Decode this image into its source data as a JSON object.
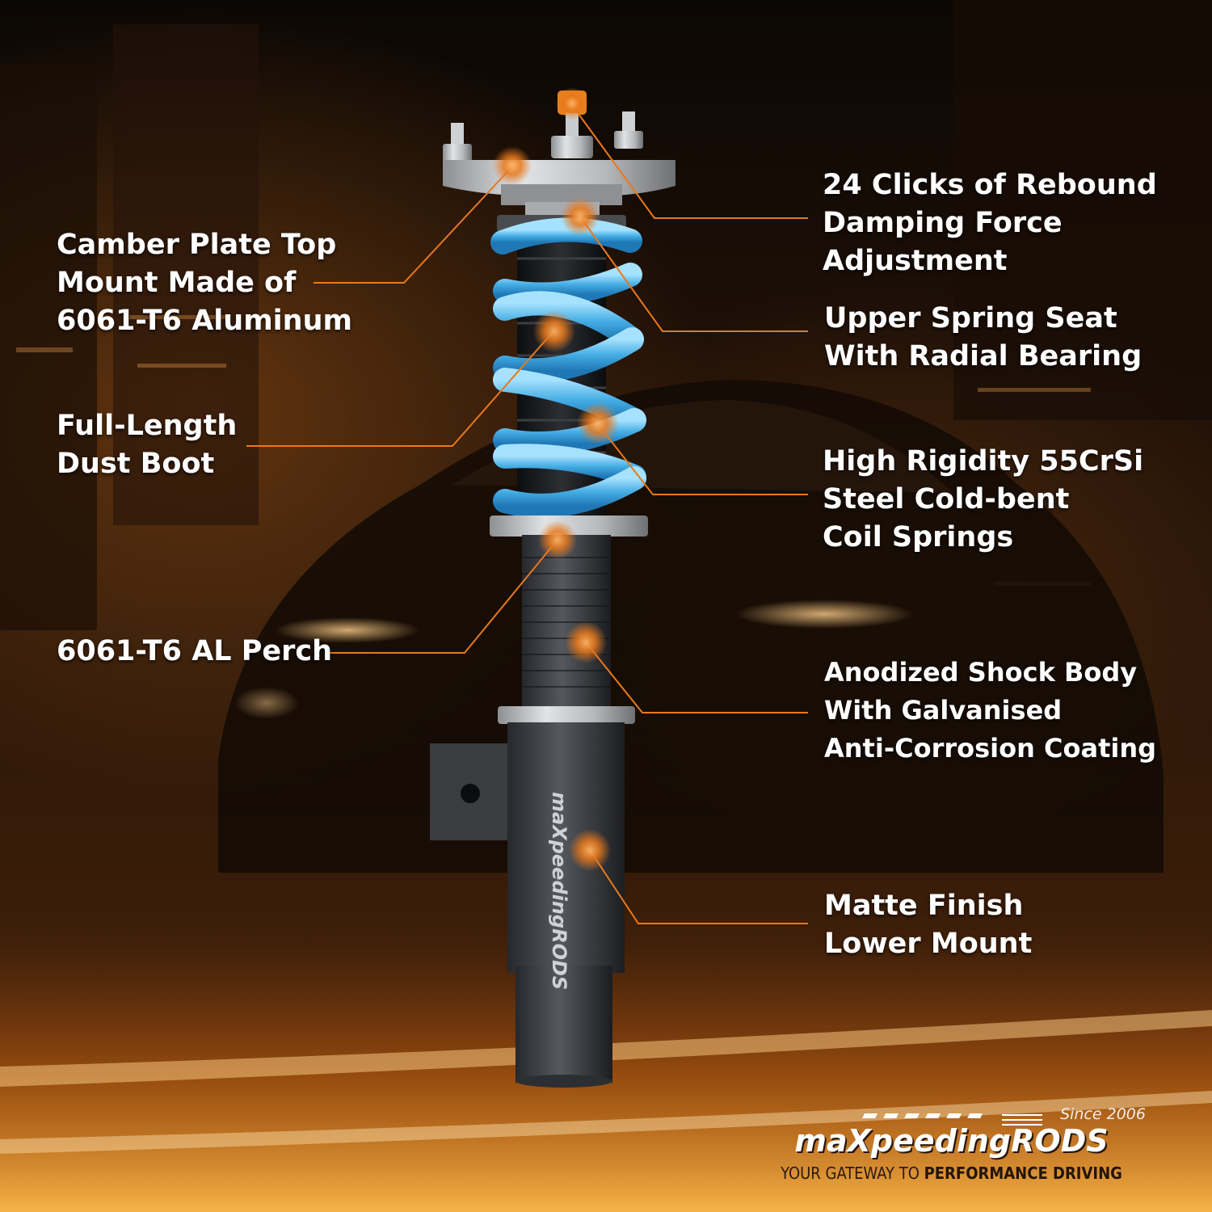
{
  "callouts": {
    "camber_plate": [
      "Camber Plate Top",
      "Mount Made of",
      "6061-T6 Aluminum"
    ],
    "dust_boot": [
      "Full-Length",
      "Dust Boot"
    ],
    "perch": [
      "6061-T6 AL Perch"
    ],
    "rebound": [
      "24 Clicks of Rebound",
      "Damping Force",
      "Adjustment"
    ],
    "spring_seat": [
      "Upper Spring Seat",
      "With Radial Bearing"
    ],
    "coil_springs": [
      "High Rigidity 55CrSi",
      "Steel Cold-bent",
      "Coil Springs"
    ],
    "shock_body": [
      "Anodized Shock Body",
      "With Galvanised",
      "Anti-Corrosion Coating"
    ],
    "lower_mount": [
      "Matte Finish",
      "Lower Mount"
    ]
  },
  "brand": {
    "since": "Since 2006",
    "logo": "maXpeedingRODS",
    "tagline_light": "YOUR GATEWAY TO",
    "tagline_bold": "PERFORMANCE DRIVING",
    "body_print": "maXpeedingRODS"
  },
  "colors": {
    "accent_orange": "#e8791c",
    "spring_blue": "#4fb7ea",
    "text": "#ffffff"
  }
}
